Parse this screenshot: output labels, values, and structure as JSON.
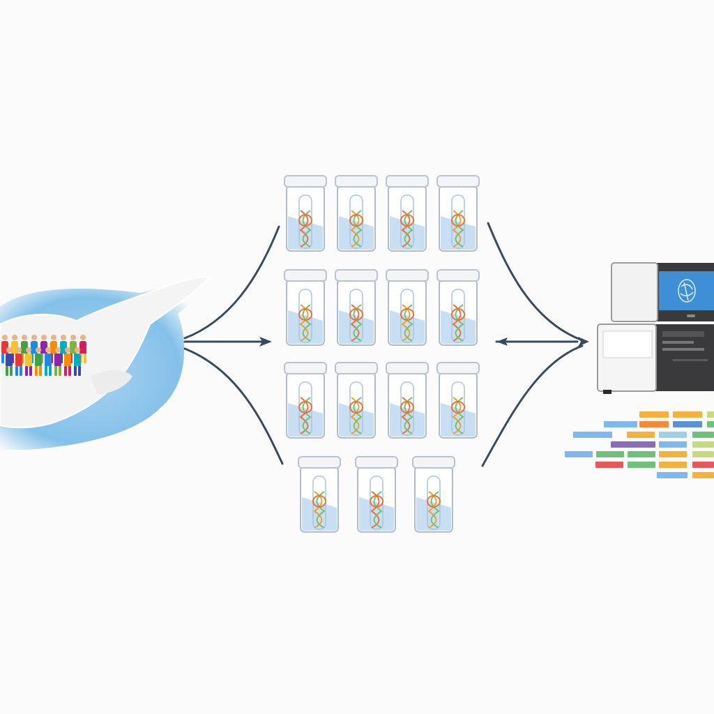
{
  "colors": {
    "background": "#fbfbfb",
    "arrow": "#3a4a5e",
    "water": "#7fbce6",
    "jar_liquid": "#c8dff3",
    "jar_cap": "#f2f4f6",
    "dna_warm": "#e8733a",
    "dna_cool": "#7bbf6a",
    "screen": "#3f8fd6",
    "device_dark": "#3a3a3c"
  },
  "population": {
    "people_colors": [
      "#e53935",
      "#fbc02d",
      "#43a047",
      "#1e88e5",
      "#8e24aa",
      "#fb8c00",
      "#00acc1",
      "#7cb342",
      "#d81b60",
      "#3949ab"
    ]
  },
  "samples": {
    "rows": [
      4,
      4,
      4,
      3
    ]
  },
  "sequencer": {
    "screen_icon": "dna-fingerprint-icon"
  },
  "output_data": {
    "bar_colors": [
      "#7fb8ec",
      "#f4b23c",
      "#f28a3a",
      "#5b8fd6",
      "#6fc07a",
      "#8a6fb8",
      "#e45a5a",
      "#9fd0e8",
      "#c7d97a"
    ]
  }
}
